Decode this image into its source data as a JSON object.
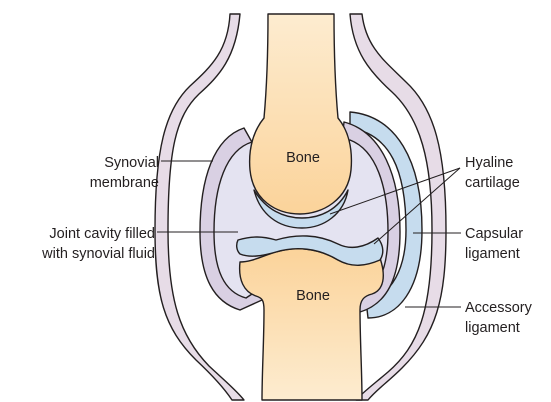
{
  "colors": {
    "bone": "#fbd9a4",
    "bone_light": "#fdecd0",
    "cartilage": "#c6dcee",
    "synovial_membrane": "#d9d0e3",
    "joint_cavity": "#e4e3f1",
    "capsule": "#e7dce7",
    "capsule_edge": "#7b5a7a",
    "outline": "#231f20"
  },
  "labels": {
    "bone_top": "Bone",
    "bone_bottom": "Bone",
    "synovial_membrane": [
      "Synovial",
      "membrane"
    ],
    "joint_cavity": [
      "Joint cavity filled",
      "with synovial fluid"
    ],
    "hyaline_cartilage": [
      "Hyaline",
      "cartilage"
    ],
    "capsular_ligament": [
      "Capsular",
      "ligament"
    ],
    "accessory_ligament": [
      "Accessory",
      "ligament"
    ]
  }
}
